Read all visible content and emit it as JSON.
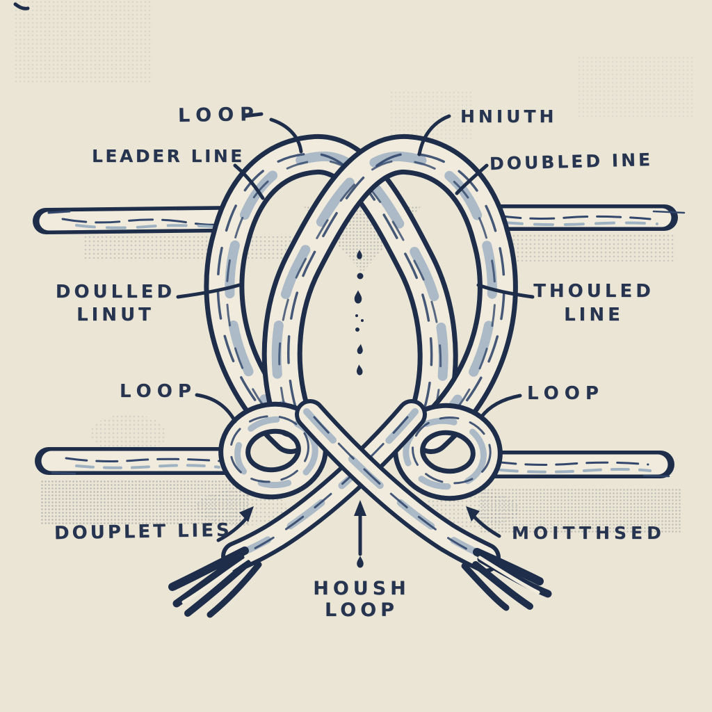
{
  "title": "hand-drawn knot diagram",
  "colors": {
    "background": "#eae5d5",
    "ink": "#1e2e4a",
    "text": "#263450",
    "rope_fill": "#f0ebdc",
    "rope_shade": "#9fb2c2"
  },
  "labels": {
    "loop_top": "LOOP",
    "leader_line": "LEADER LINE",
    "hniuth": "HNIUTH",
    "doubled_ine": "DOUBLED INE",
    "doulled": "DOULLED",
    "linut": "LINUT",
    "thouled": "THOULED",
    "line": "LINE",
    "loop_left": "LOOP",
    "loop_right": "LOOP",
    "douplet_lies": "DOUPLET LIES",
    "moitthsed": "MOITTHSED",
    "housh": "HOUSH",
    "housh_loop": "LOOP"
  },
  "icons": {
    "drip_column": "water-drip-column",
    "arrow_up": "up-arrow",
    "arrow_up_right": "up-right-arrow",
    "arrow_up_left": "up-left-arrow"
  }
}
